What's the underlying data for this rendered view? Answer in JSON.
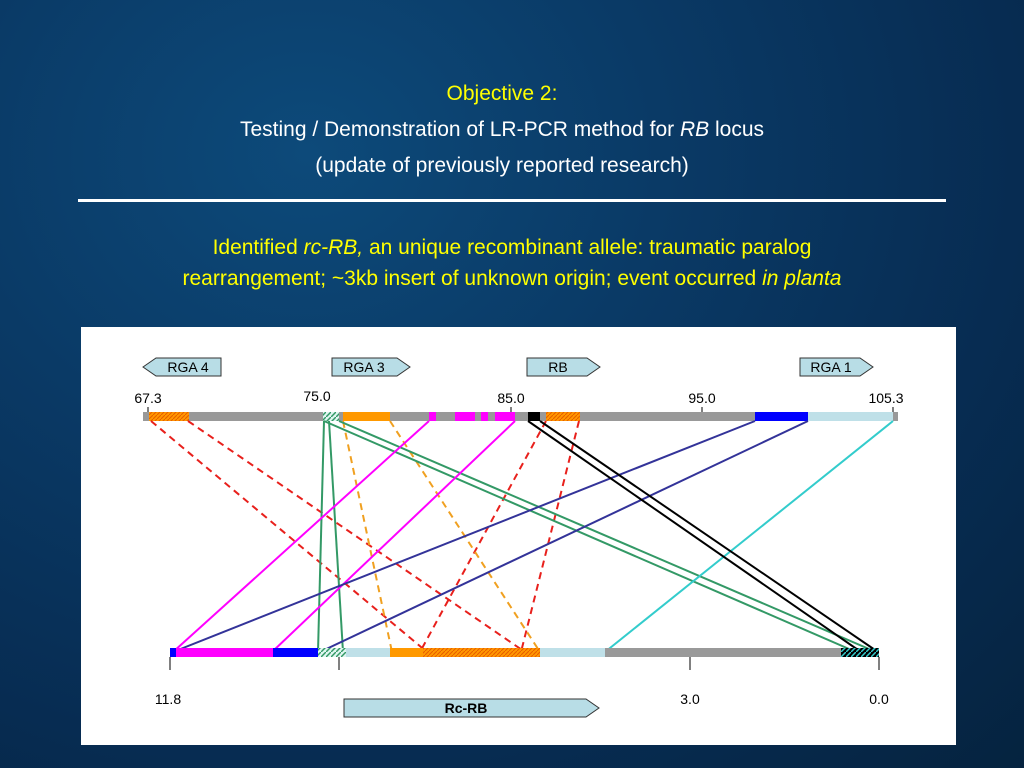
{
  "title": {
    "objective": "Objective 2:",
    "line1_pre": "Testing / Demonstration of LR-PCR method for ",
    "line1_italic": "RB",
    "line1_post": " locus",
    "line2": "(update of previously reported research)"
  },
  "finding": {
    "l1_pre": "Identified ",
    "l1_italic": "rc-RB,",
    "l1_post": " an unique recombinant allele: traumatic paralog",
    "l2_pre": "rearrangement; ~3kb insert of unknown origin; event occurred ",
    "l2_italic": "in planta"
  },
  "diagram": {
    "top_genes": [
      "RGA 4",
      "RGA 3",
      "RB",
      "RGA 1"
    ],
    "top_scale": [
      "67.3",
      "75.0",
      "85.0",
      "95.0",
      "105.3"
    ],
    "bottom_scale": [
      "11.8",
      "3.0",
      "0.0"
    ],
    "bottom_gene": "Rc-RB",
    "colors": {
      "backbone": "#999999",
      "orange": "#ff9900",
      "magenta": "#ff00ff",
      "blue": "#0000ff",
      "light_blue": "#bfe0e8",
      "red_dashed": "#e8201c",
      "orange_dashed": "#f0a020",
      "green": "#339966",
      "navy": "#333399",
      "cyan": "#33cccc",
      "black": "#000000"
    }
  }
}
